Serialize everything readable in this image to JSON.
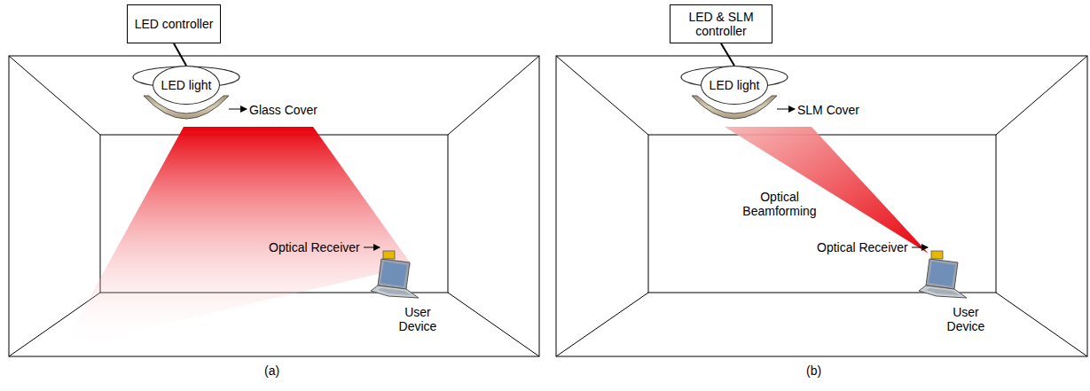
{
  "diagram": {
    "nodes": [
      {
        "text": [
          "LED controller"
        ]
      },
      {
        "text": [
          "LED light"
        ]
      },
      {
        "text": [
          "LED & SLM controller"
        ]
      },
      {
        "text": [
          "LED light"
        ]
      }
    ],
    "edges": [
      {
        "from": 0,
        "to": 1,
        "arrow": "none"
      },
      {
        "from": 2,
        "to": 3,
        "arrow": "none"
      }
    ],
    "labels": [
      "Glass Cover",
      "Optical Receiver",
      "User Device",
      "(a)",
      "SLM Cover",
      "Optical Beamforming",
      "Optical Receiver",
      "User Device",
      "(b)"
    ]
  }
}
